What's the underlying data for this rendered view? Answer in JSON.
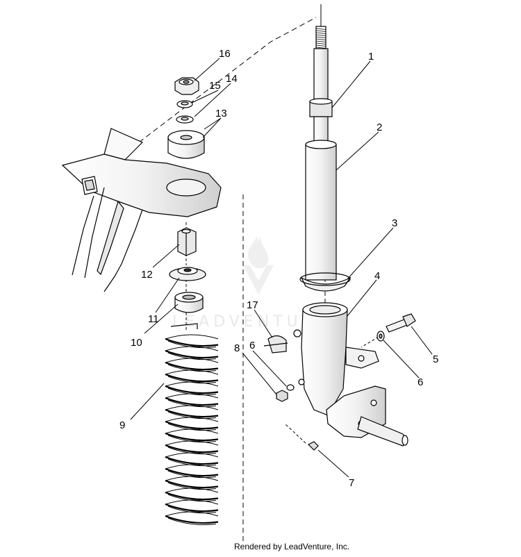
{
  "diagram": {
    "callouts": [
      {
        "id": "c1",
        "label": "1"
      },
      {
        "id": "c2",
        "label": "2"
      },
      {
        "id": "c3",
        "label": "3"
      },
      {
        "id": "c4",
        "label": "4"
      },
      {
        "id": "c5",
        "label": "5"
      },
      {
        "id": "c6a",
        "label": "6"
      },
      {
        "id": "c6b",
        "label": "6"
      },
      {
        "id": "c7",
        "label": "7"
      },
      {
        "id": "c8",
        "label": "8"
      },
      {
        "id": "c9",
        "label": "9"
      },
      {
        "id": "c10",
        "label": "10"
      },
      {
        "id": "c11",
        "label": "11"
      },
      {
        "id": "c12",
        "label": "12"
      },
      {
        "id": "c13",
        "label": "13"
      },
      {
        "id": "c14",
        "label": "14"
      },
      {
        "id": "c15",
        "label": "15"
      },
      {
        "id": "c16",
        "label": "16"
      },
      {
        "id": "c17",
        "label": "17"
      }
    ],
    "watermark": "LEADVENTURE",
    "footer": "Rendered by LeadVenture, Inc."
  }
}
